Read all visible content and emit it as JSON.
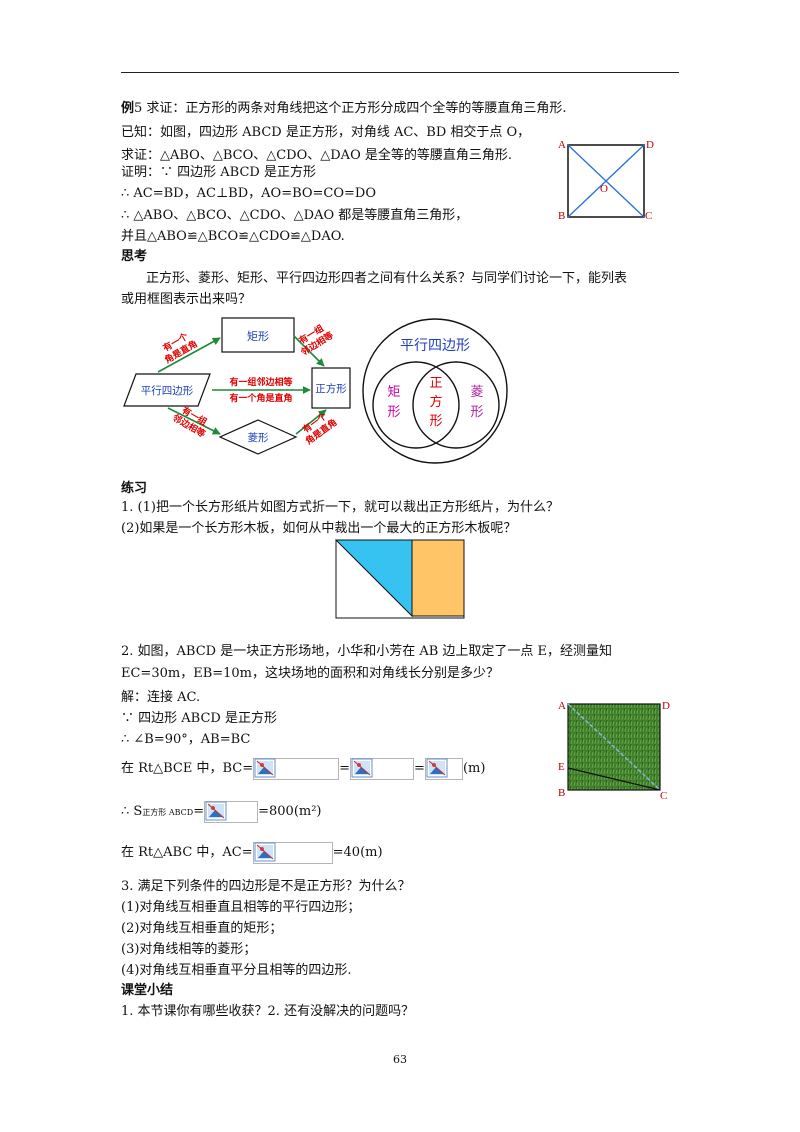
{
  "ex5": {
    "title_bold": "例",
    "title_rest": "5 求证：正方形的两条对角线把这个正方形分成四个全等的等腰直角三角形.",
    "given": "已知：如图，四边形 ABCD 是正方形，对角线 AC、BD 相交于点 O，",
    "prove": "求证：△ABO、△BCO、△CDO、△DAO 是全等的等腰直角三角形.",
    "proof1": "证明：∵ 四边形 ABCD 是正方形",
    "proof2": "∴ AC=BD，AC⊥BD，AO=BO=CO=DO",
    "proof3": "∴ △ABO、△BCO、△CDO、△DAO 都是等腰直角三角形，",
    "proof4": "并且△ABO≌△BCO≌△CDO≌△DAO.",
    "fig": {
      "A": "A",
      "B": "B",
      "C": "C",
      "D": "D",
      "O": "O"
    }
  },
  "think": {
    "heading": "思考",
    "line1": "正方形、菱形、矩形、平行四边形四者之间有什么关系？与同学们讨论一下，能列表",
    "line2": "或用框图表示出来吗？"
  },
  "flow": {
    "rect": "矩形",
    "para": "平行四边形",
    "square": "正方形",
    "rhombus": "菱形",
    "a1_l1": "有一个",
    "a1_l2": "角是直角",
    "a2_l1": "有一组",
    "a2_l2": "邻边相等",
    "a3_top": "有一组邻边相等",
    "a3_bot": "有一个角是直角",
    "a4_l1": "有一组",
    "a4_l2": "邻边相等",
    "a5_l1": "有一个",
    "a5_l2": "角是直角"
  },
  "venn": {
    "outer": "平行四边形",
    "rect_c1": "矩",
    "rect_c2": "形",
    "sq_c1": "正",
    "sq_c2": "方",
    "sq_c3": "形",
    "rh_c1": "菱",
    "rh_c2": "形"
  },
  "practice": {
    "heading": "练习",
    "q1a": "1. (1)把一个长方形纸片如图方式折一下，就可以裁出正方形纸片，为什么？",
    "q1b": "(2)如果是一个长方形木板，如何从中裁出一个最大的正方形木板呢？",
    "q2a": "2. 如图，ABCD 是一块正方形场地，小华和小芳在 AB 边上取定了一点 E，经测量知",
    "q2b": "EC=30m，EB=10m，这块场地的面积和对角线长分别是多少？",
    "sol": "解：连接 AC.",
    "s1": "∵ 四边形 ABCD 是正方形",
    "s2": "∴ ∠B=90°，AB=BC",
    "bc_pre": "在 Rt△BCE 中，BC=",
    "eq": "=",
    "unit_m": "(m)",
    "area_pre": "∴ S",
    "area_sub": "正方形 ABCD",
    "area_eq": "=",
    "area_post": "=800(m²)",
    "ac_pre": "在 Rt△ABC 中，AC=",
    "ac_post": "=40(m)",
    "fig2": {
      "A": "A",
      "D": "D",
      "E": "E",
      "B": "B",
      "C": "C"
    },
    "q3": "3. 满足下列条件的四边形是不是正方形？为什么？",
    "q3_1": "(1)对角线互相垂直且相等的平行四边形；",
    "q3_2": "(2)对角线互相垂直的矩形；",
    "q3_3": "(3)对角线相等的菱形；",
    "q3_4": "(4)对角线互相垂直平分且相等的四边形."
  },
  "summary": {
    "heading": "课堂小结",
    "line": "1. 本节课你有哪些收获？2. 还有没解决的问题吗？"
  },
  "page_number": "63",
  "colors": {
    "square_edge": "#2a6fdb",
    "fig_label": "#c00000",
    "arrow_text": "#e00000",
    "arrow_green": "#1e8a3a",
    "flow_text": "#1a3fb5",
    "venn_outer_text": "#1f3fbf",
    "rect_text": "#cc00aa",
    "square_text": "#e00000",
    "rhombus_text": "#b020a0",
    "fold_blue": "#36c3f2",
    "fold_orange": "#ffc567",
    "grass": "#3f7f2c"
  }
}
